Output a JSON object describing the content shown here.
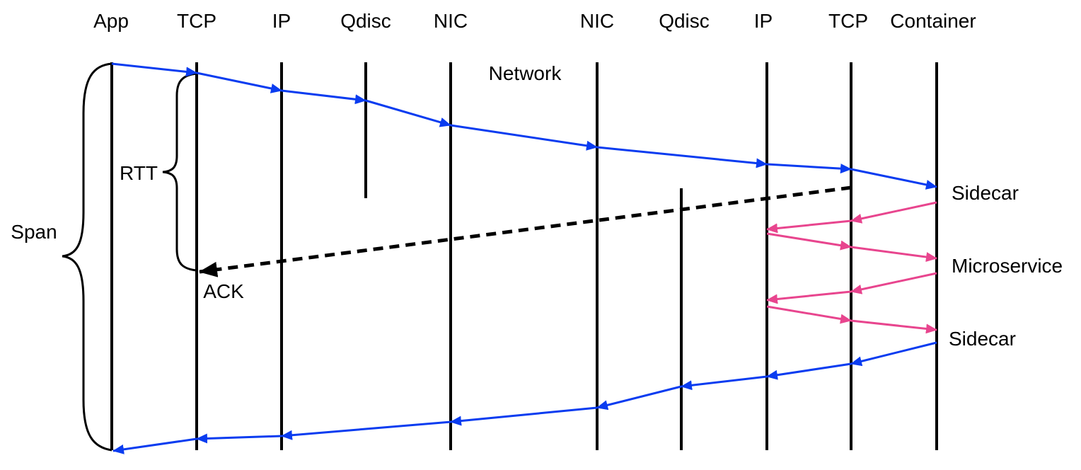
{
  "columns": {
    "app": "App",
    "tcp_left": "TCP",
    "ip_left": "IP",
    "qdisc_left": "Qdisc",
    "nic_left": "NIC",
    "nic_right": "NIC",
    "qdisc_right": "Qdisc",
    "ip_right": "IP",
    "tcp_right": "TCP",
    "container": "Container"
  },
  "labels": {
    "network": "Network",
    "rtt": "RTT",
    "span": "Span",
    "ack": "ACK",
    "sidecar_top": "Sidecar",
    "microservice": "Microservice",
    "sidecar_bottom": "Sidecar"
  },
  "colors": {
    "request_path": "#0a3cf0",
    "mesh_path": "#e8458e",
    "ack_path": "#000000",
    "lines": "#000000"
  }
}
